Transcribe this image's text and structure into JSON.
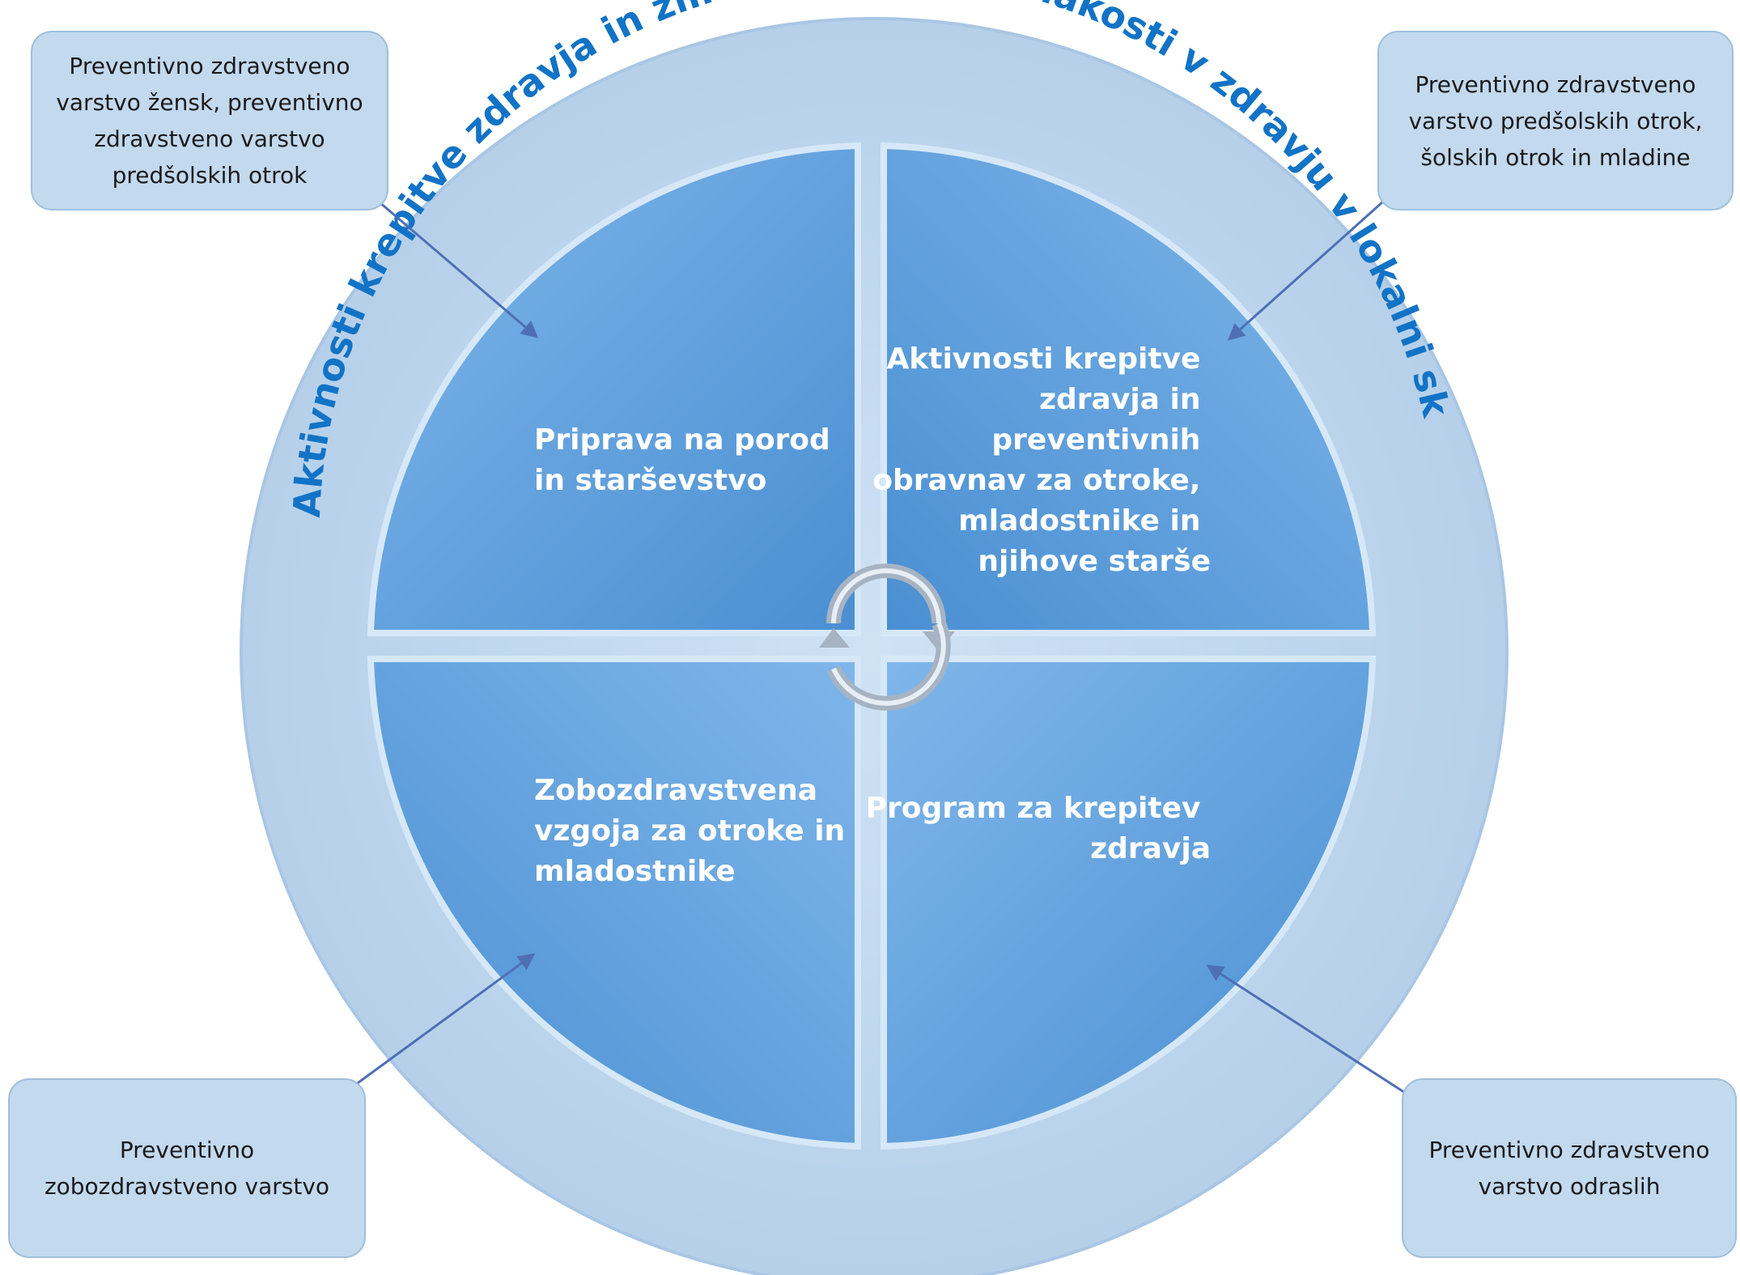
{
  "outer_ring": {
    "title": "Aktivnosti krepitve zdravja in zmanjševanja neenakosti v zdravju v lokalni skupnosti"
  },
  "quadrants": [
    {
      "id": "top-left",
      "lines": [
        "Priprava na porod",
        "in starševstvo"
      ]
    },
    {
      "id": "top-right",
      "lines": [
        "Aktivnosti krepitve",
        "zdravja in",
        "preventivnih",
        "obravnav za otroke,",
        "mladostnike in",
        "njihove starše"
      ]
    },
    {
      "id": "bottom-left",
      "lines": [
        "Zobozdravstvena",
        "vzgoja za otroke in",
        "mladostnike"
      ]
    },
    {
      "id": "bottom-right",
      "lines": [
        "Program za krepitev",
        "zdravja"
      ]
    }
  ],
  "side_boxes": {
    "top_left": [
      "Preventivno zdravstveno",
      "varstvo žensk, preventivno",
      "zdravstveno varstvo",
      "predšolskih otrok"
    ],
    "top_right": [
      "Preventivno zdravstveno",
      "varstvo predšolskih otrok,",
      "šolskih otrok in mladine"
    ],
    "bottom_left": [
      "Preventivno",
      "zobozdravstveno varstvo"
    ],
    "bottom_right": [
      "Preventivno zdravstveno",
      "varstvo odraslih"
    ]
  },
  "center_icon": "cycle-arrows-icon",
  "colors": {
    "outer_ring": "#bfd7ee",
    "quadrant_fill": "#5b9bd9",
    "ring_title": "#1273c6",
    "connector": "#4f6fb5",
    "side_box_fill": "#c2d9ee"
  }
}
